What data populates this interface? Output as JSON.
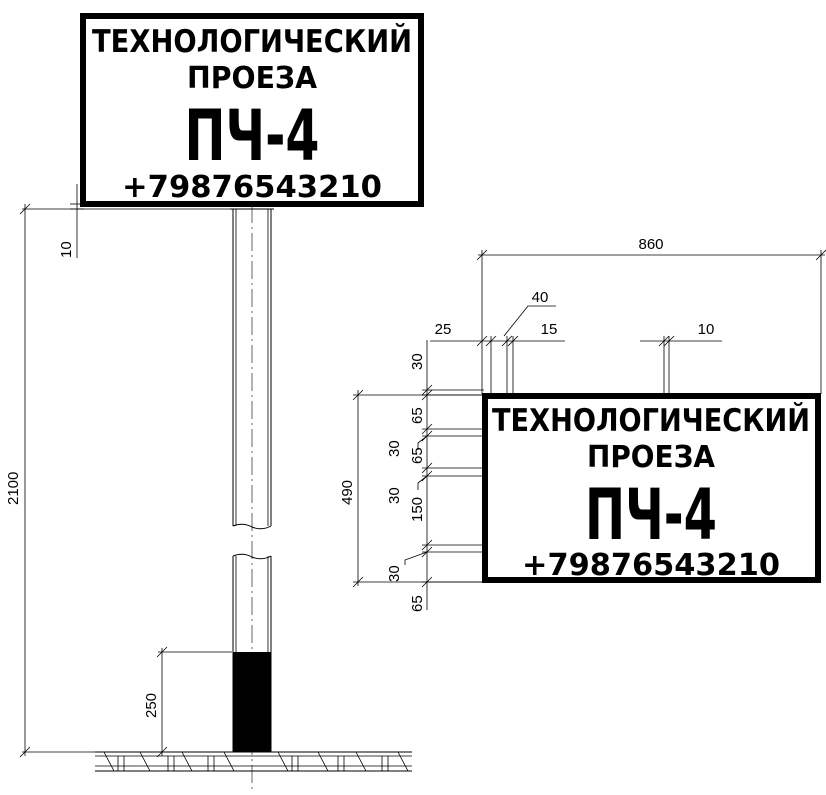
{
  "sign": {
    "line1": "ТЕХНОЛОГИЧЕСКИЙ",
    "line2": "ПРОЕЗА",
    "line3": "ПЧ-4",
    "line4": "+79876543210"
  },
  "dimensions": {
    "left_10": "10",
    "left_2100": "2100",
    "left_250": "250",
    "top_860": "860",
    "top_40": "40",
    "top_25": "25",
    "top_15": "15",
    "top_10": "10",
    "side_30a": "30",
    "side_65a": "65",
    "side_30b": "30",
    "side_65b": "65",
    "side_30c": "30",
    "side_150": "150",
    "side_490": "490",
    "side_30d": "30",
    "side_65c": "65"
  }
}
